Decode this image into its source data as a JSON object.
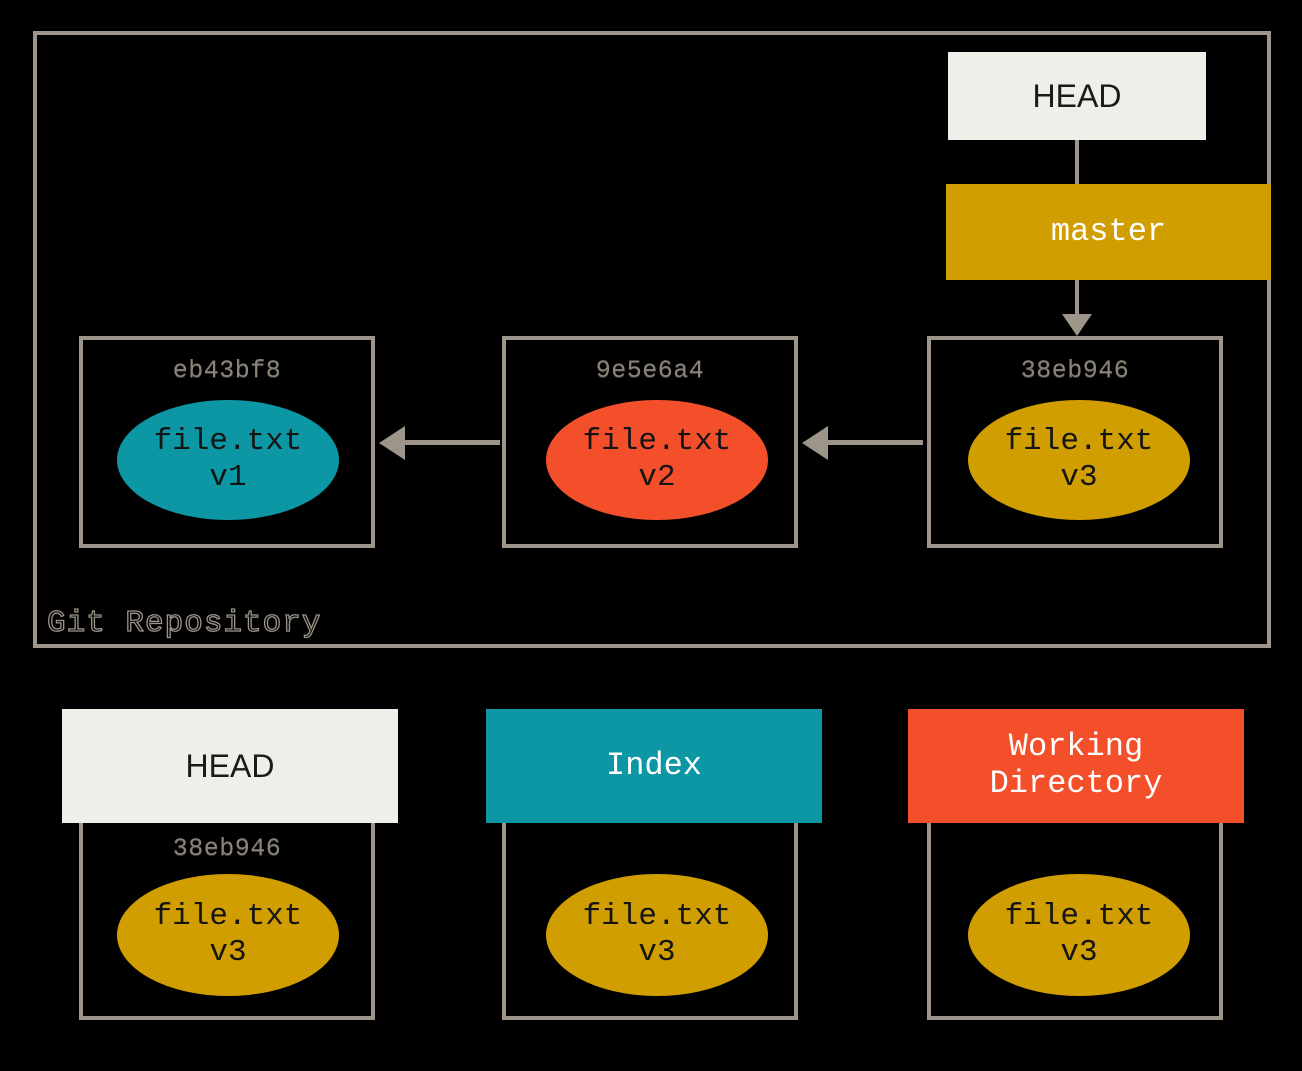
{
  "diagram": {
    "title": "Git Repository",
    "repository": {
      "label": "Git Repository",
      "head_pointer": {
        "label": "HEAD",
        "bg": "#efeee8",
        "fg": "#1a1a1a"
      },
      "branch_pointer": {
        "label": "master",
        "bg": "#d09e00",
        "fg": "#ffffff"
      },
      "commits": [
        {
          "hash": "eb43bf8",
          "file": "file.txt",
          "version": "v1",
          "blob_color": "#0d96a3"
        },
        {
          "hash": "9e5e6a4",
          "file": "file.txt",
          "version": "v2",
          "blob_color": "#f44f2b"
        },
        {
          "hash": "38eb946",
          "file": "file.txt",
          "version": "v3",
          "blob_color": "#d09e00"
        }
      ]
    },
    "trees": [
      {
        "label": "HEAD",
        "header_bg": "#efeee8",
        "header_fg": "#1a1a1a",
        "hash": "38eb946",
        "file": "file.txt",
        "version": "v3",
        "blob_color": "#d09e00"
      },
      {
        "label": "Index",
        "header_bg": "#0d96a3",
        "header_fg": "#ffffff",
        "hash": "",
        "file": "file.txt",
        "version": "v3",
        "blob_color": "#d09e00"
      },
      {
        "label": "Working\nDirectory",
        "header_bg": "#f44f2b",
        "header_fg": "#ffffff",
        "hash": "",
        "file": "file.txt",
        "version": "v3",
        "blob_color": "#d09e00"
      }
    ],
    "colors": {
      "background": "#000000",
      "stroke": "#9d948a",
      "hash_text": "#8b837a",
      "teal": "#0d96a3",
      "orange": "#f44f2b",
      "gold": "#d09e00",
      "cream": "#efeee8"
    }
  }
}
